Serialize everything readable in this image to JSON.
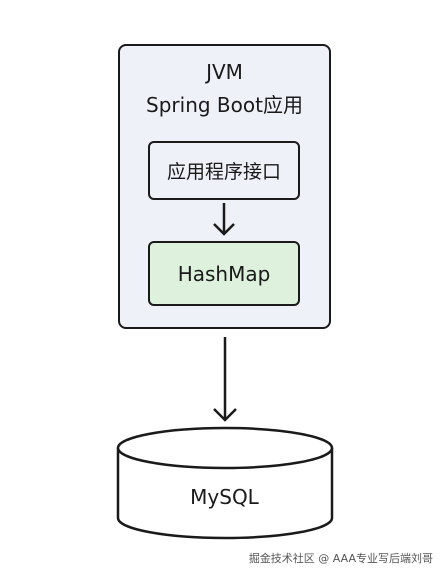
{
  "jvm": {
    "title": "JVM",
    "subtitle": "Spring Boot应用"
  },
  "api_box": {
    "label": "应用程序接口"
  },
  "hashmap_box": {
    "label": "HashMap"
  },
  "database": {
    "label": "MySQL"
  },
  "watermark": "掘金技术社区 @ AAA专业写后端刘哥",
  "colors": {
    "stroke": "#1a1a1a",
    "container_fill": "#eef1f8",
    "hashmap_fill": "#ddf1dd",
    "database_fill": "#ffffff"
  }
}
